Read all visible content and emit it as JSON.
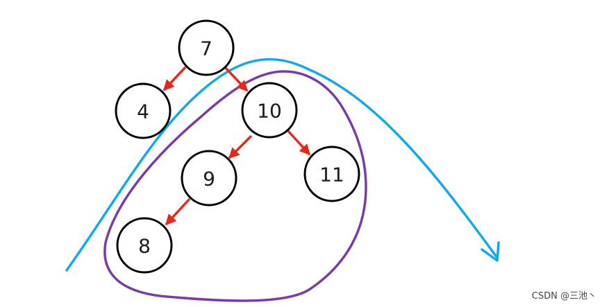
{
  "colors": {
    "edge": "#e8261b",
    "blue_curve": "#10a8ef",
    "purple_outline": "#7a3aa8",
    "node_stroke": "#000000"
  },
  "nodes": {
    "n7": "7",
    "n4": "4",
    "n10": "10",
    "n9": "9",
    "n11": "11",
    "n8": "8"
  },
  "watermark": "CSDN @三池丶"
}
